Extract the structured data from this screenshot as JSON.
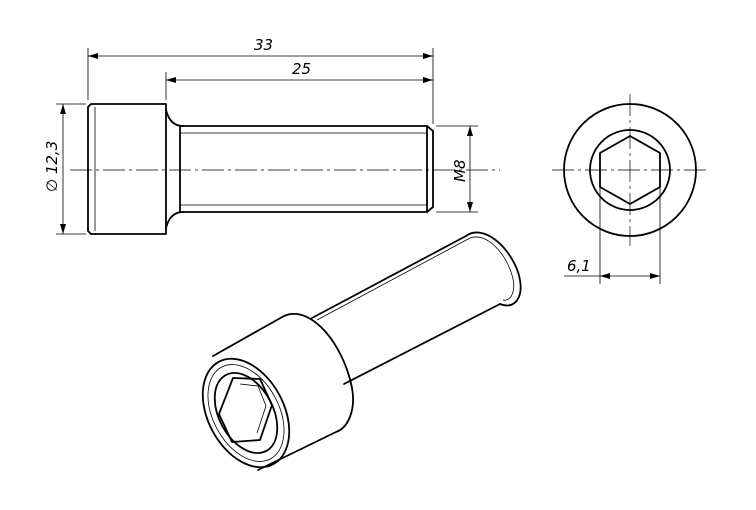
{
  "dimensions": {
    "overall_length": "33",
    "shank_length": "25",
    "head_diameter": "∅ 12,3",
    "thread": "M8",
    "socket_across_flats": "6,1"
  }
}
